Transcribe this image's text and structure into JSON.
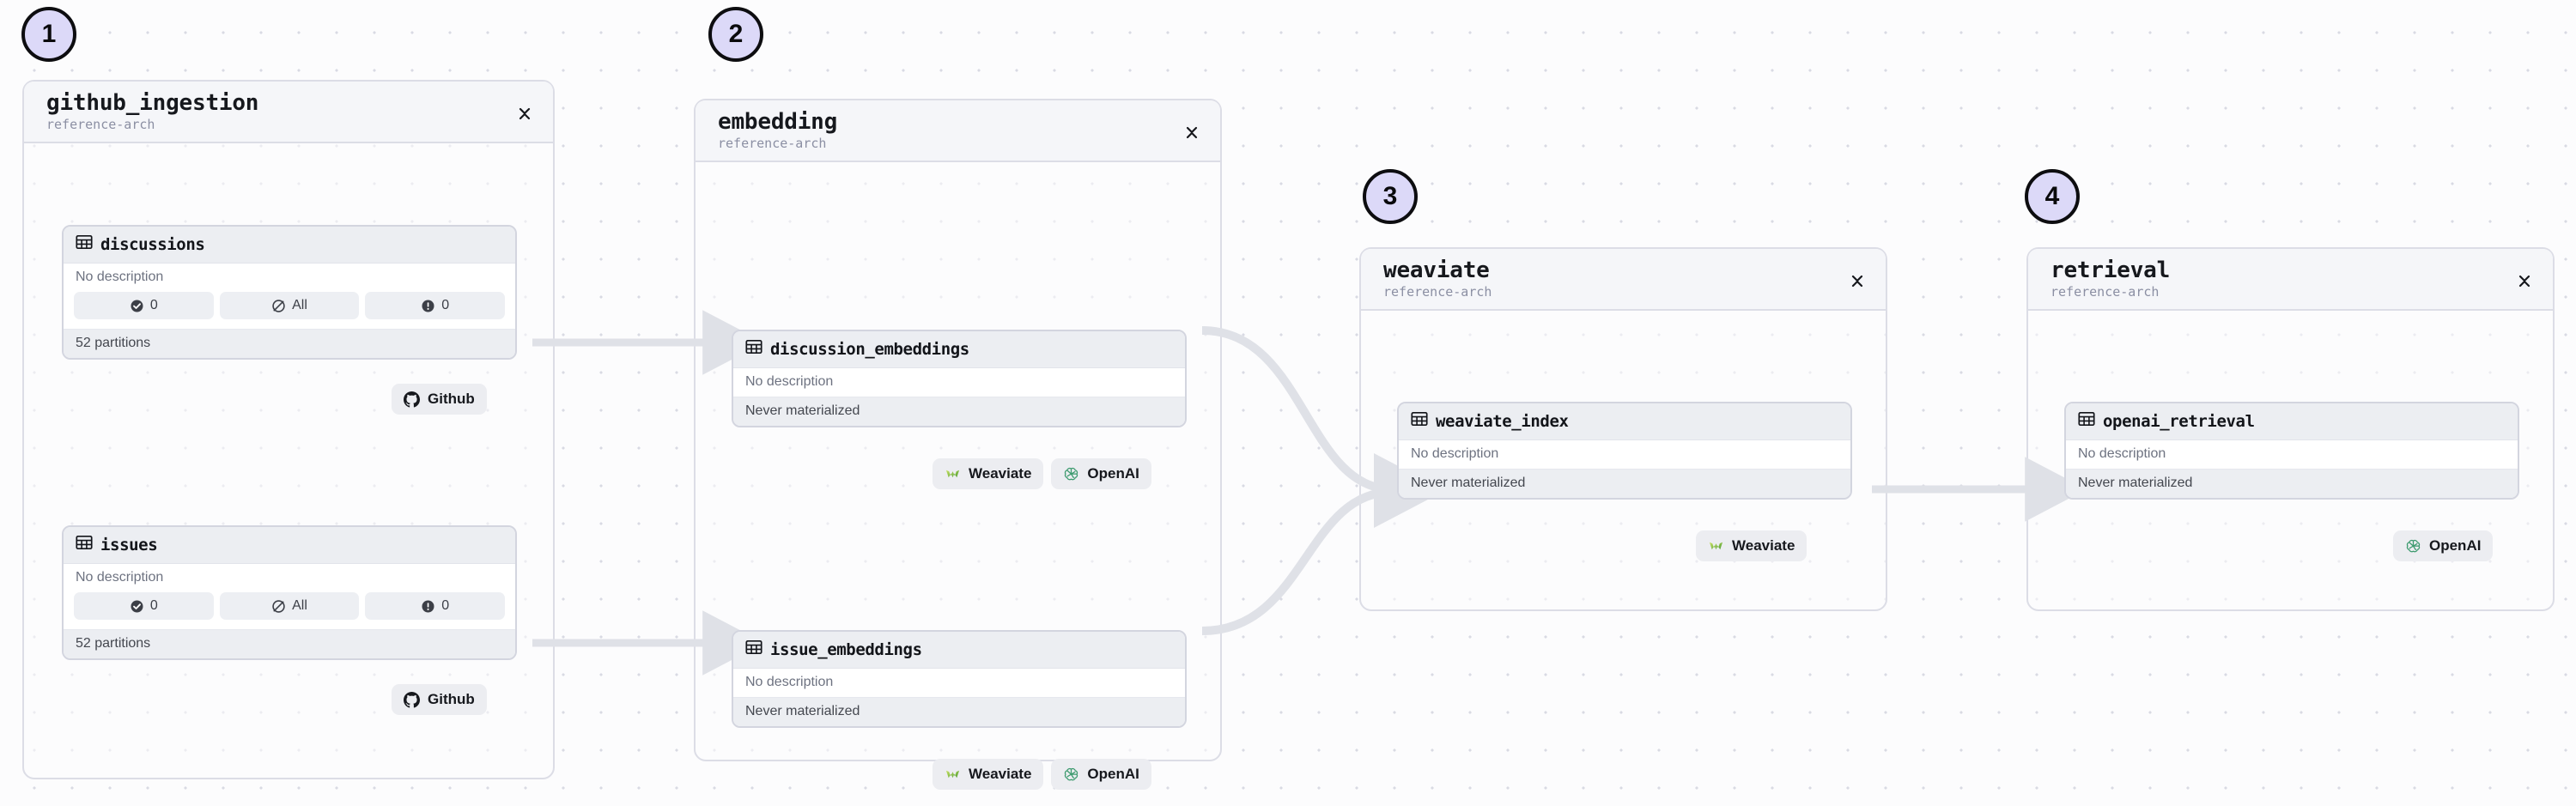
{
  "canvas": {
    "background": "#fcfcfd",
    "dot_color": "#d9dae3",
    "badge_fill": "#dcd9f8",
    "badge_stroke": "#0d0d10",
    "edge_color": "#dfe1e7"
  },
  "steps": [
    {
      "number": "1"
    },
    {
      "number": "2"
    },
    {
      "number": "3"
    },
    {
      "number": "4"
    }
  ],
  "groups": [
    {
      "id": "github_ingestion",
      "title": "github_ingestion",
      "subtitle": "reference-arch",
      "collapse_icon": "chevron-expand-icon"
    },
    {
      "id": "embedding",
      "title": "embedding",
      "subtitle": "reference-arch",
      "collapse_icon": "chevron-expand-icon"
    },
    {
      "id": "weaviate",
      "title": "weaviate",
      "subtitle": "reference-arch",
      "collapse_icon": "chevron-expand-icon"
    },
    {
      "id": "retrieval",
      "title": "retrieval",
      "subtitle": "reference-arch",
      "collapse_icon": "chevron-expand-icon"
    }
  ],
  "assets": {
    "discussions": {
      "name": "discussions",
      "icon": "table-icon",
      "description": "No description",
      "stats": [
        {
          "icon": "check-circle-icon",
          "value": "0"
        },
        {
          "icon": "no-schedule-icon",
          "value": "All"
        },
        {
          "icon": "alert-circle-icon",
          "value": "0"
        }
      ],
      "footer": "52 partitions"
    },
    "issues": {
      "name": "issues",
      "icon": "table-icon",
      "description": "No description",
      "stats": [
        {
          "icon": "check-circle-icon",
          "value": "0"
        },
        {
          "icon": "no-schedule-icon",
          "value": "All"
        },
        {
          "icon": "alert-circle-icon",
          "value": "0"
        }
      ],
      "footer": "52 partitions"
    },
    "discussion_embeddings": {
      "name": "discussion_embeddings",
      "icon": "table-icon",
      "description": "No description",
      "footer": "Never materialized"
    },
    "issue_embeddings": {
      "name": "issue_embeddings",
      "icon": "table-icon",
      "description": "No description",
      "footer": "Never materialized"
    },
    "weaviate_index": {
      "name": "weaviate_index",
      "icon": "table-icon",
      "description": "No description",
      "footer": "Never materialized"
    },
    "openai_retrieval": {
      "name": "openai_retrieval",
      "icon": "table-icon",
      "description": "No description",
      "footer": "Never materialized"
    }
  },
  "chips": {
    "github": {
      "label": "Github",
      "icon": "github-icon",
      "color": "#16181d"
    },
    "weaviate": {
      "label": "Weaviate",
      "icon": "weaviate-icon",
      "color": "#7ab648"
    },
    "openai": {
      "label": "OpenAI",
      "icon": "openai-icon",
      "color": "#3c9a6e"
    }
  }
}
